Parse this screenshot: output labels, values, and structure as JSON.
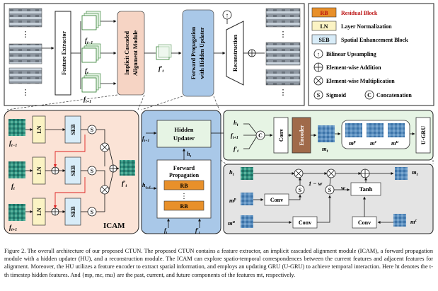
{
  "top": {
    "feature_extractor": "Feature Extractor",
    "icam_title_1": "Implicit Cascaded",
    "icam_title_2": "Alignment Module",
    "fp_title_1": "Forward Propagation",
    "fp_title_2": "with Hidden Updater",
    "reconstruction": "Reconstruction",
    "f_prev": "f",
    "f_prev_sub": "t−1",
    "f_cur": "f",
    "f_cur_sub": "t",
    "f_next": "f",
    "f_next_sub": "t+1",
    "f_aligned": "f′",
    "f_aligned_sub": "t",
    "dots": "⋮",
    "upsample_symbol": "↑"
  },
  "legend": {
    "rb_tag": "RB",
    "rb_label": "Residual Block",
    "ln_tag": "LN",
    "ln_label": "Layer Normalization",
    "seb_tag": "SEB",
    "seb_label": "Spatial Enhancement Block",
    "up_symbol": "↑",
    "up_label": "Bilinear Upsampling",
    "add_symbol": "+",
    "add_label": "Element-wise Addition",
    "mul_symbol": "×",
    "mul_label": "Element-wise Multiplication",
    "sig_symbol": "S",
    "sig_label": "Sigmoid",
    "cat_symbol": "C",
    "cat_label": "Concatenation"
  },
  "icam": {
    "title": "ICAM",
    "ln": "LN",
    "seb": "SEB",
    "s": "S",
    "f_prev": "f",
    "f_prev_sub": "t−1",
    "f_cur": "f",
    "f_cur_sub": "t",
    "f_next": "f",
    "f_next_sub": "t+1",
    "f_out": "f′",
    "f_out_sub": "t"
  },
  "hu": {
    "hidden_updater_1": "Hidden",
    "hidden_updater_2": "Updater",
    "fp_1": "Forward",
    "fp_2": "Propagation",
    "rb": "RB",
    "dots": "⋮",
    "h_prev": "h",
    "h_prev_sub": "t−1",
    "h_cur": "h",
    "h_cur_sub": "t",
    "f_prev": "f",
    "f_prev_sub": "t+1",
    "f_in": "f",
    "f_in_sub": "t",
    "f_aligned": "f′",
    "f_aligned_sub": "t"
  },
  "encoder": {
    "h": "h",
    "h_sub": "t",
    "f1": "f",
    "f1_sub": "t+1",
    "f2": "f′",
    "f2_sub": "t",
    "c": "C",
    "conv": "Conv",
    "encoder": "Encoder",
    "m": "m",
    "m_sub": "t",
    "mp": "m",
    "mp_sup": "p",
    "mc": "m",
    "mc_sup": "c",
    "mu": "m",
    "mu_sup": "u",
    "ugru": "U-GRU"
  },
  "ugru": {
    "h": "h",
    "h_sub": "t",
    "mp": "m",
    "mp_sup": "p",
    "mu": "m",
    "mu_sup": "u",
    "mc": "m",
    "mc_sup": "c",
    "m_out": "m",
    "m_out_sub": "t",
    "conv": "Conv",
    "tanh": "Tanh",
    "s": "S",
    "one_minus_w": "1 − w",
    "w": "w"
  },
  "caption": "Figure 2. The overall architecture of our proposed CTUN. The proposed CTUN contains a feature extractor, an implicit cascaded alignment module (ICAM), a forward propagation module with a hidden updater (HU), and a reconstruction module. The ICAM can explore spatio-temporal correspondences between the current features and adjacent features for alignment. Moreover, the HU utilizes a feature encoder to extract spatial information, and employs an updating GRU (U-GRU) to achieve temporal interaction. Here ht denotes the t-th timestep hidden features. And {mp, mc, mu} are the past, current, and future components of the features mt, respectively."
}
